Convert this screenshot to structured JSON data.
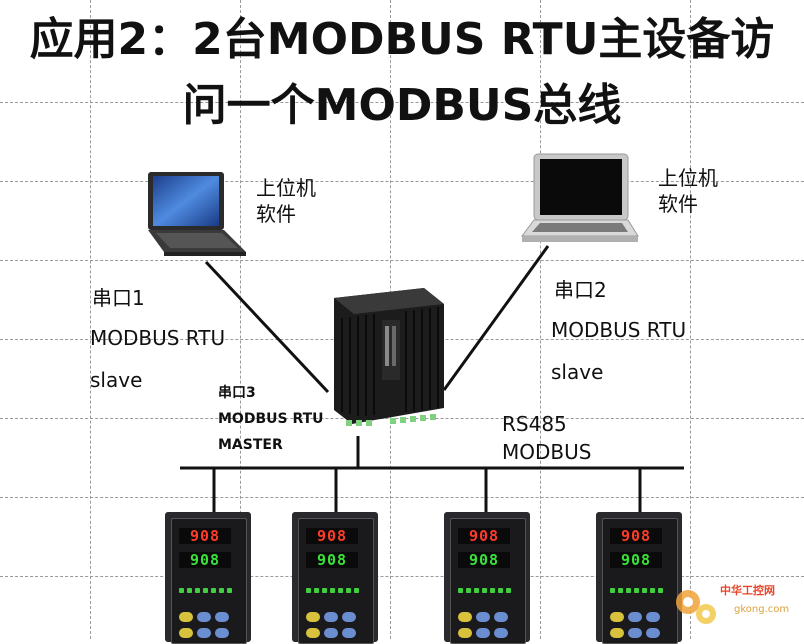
{
  "title": {
    "line1": "应用2：2台MODBUS RTU主设备访",
    "line2": "问一个MODBUS总线"
  },
  "host_left": {
    "label_line1": "上位机",
    "label_line2": "软件"
  },
  "host_right": {
    "label_line1": "上位机",
    "label_line2": "软件"
  },
  "port1": {
    "line1": "串口1",
    "line2": "MODBUS RTU",
    "line3": "slave"
  },
  "port2": {
    "line1": "串口2",
    "line2": "MODBUS RTU",
    "line3": "slave"
  },
  "port3": {
    "line1": "串口3",
    "line2": "MODBUS RTU",
    "line3": "MASTER"
  },
  "bus": {
    "line1": "RS485",
    "line2": "MODBUS"
  },
  "controllers": [
    {
      "pv": "908",
      "sv": "908"
    },
    {
      "pv": "908",
      "sv": "908"
    },
    {
      "pv": "908",
      "sv": "908"
    },
    {
      "pv": "908",
      "sv": "908"
    }
  ],
  "watermark": {
    "brand": "中华工控网",
    "domain": "gkong.com"
  },
  "colors": {
    "line": "#111111",
    "pv": "#ff3b2a",
    "sv": "#39e23a"
  }
}
